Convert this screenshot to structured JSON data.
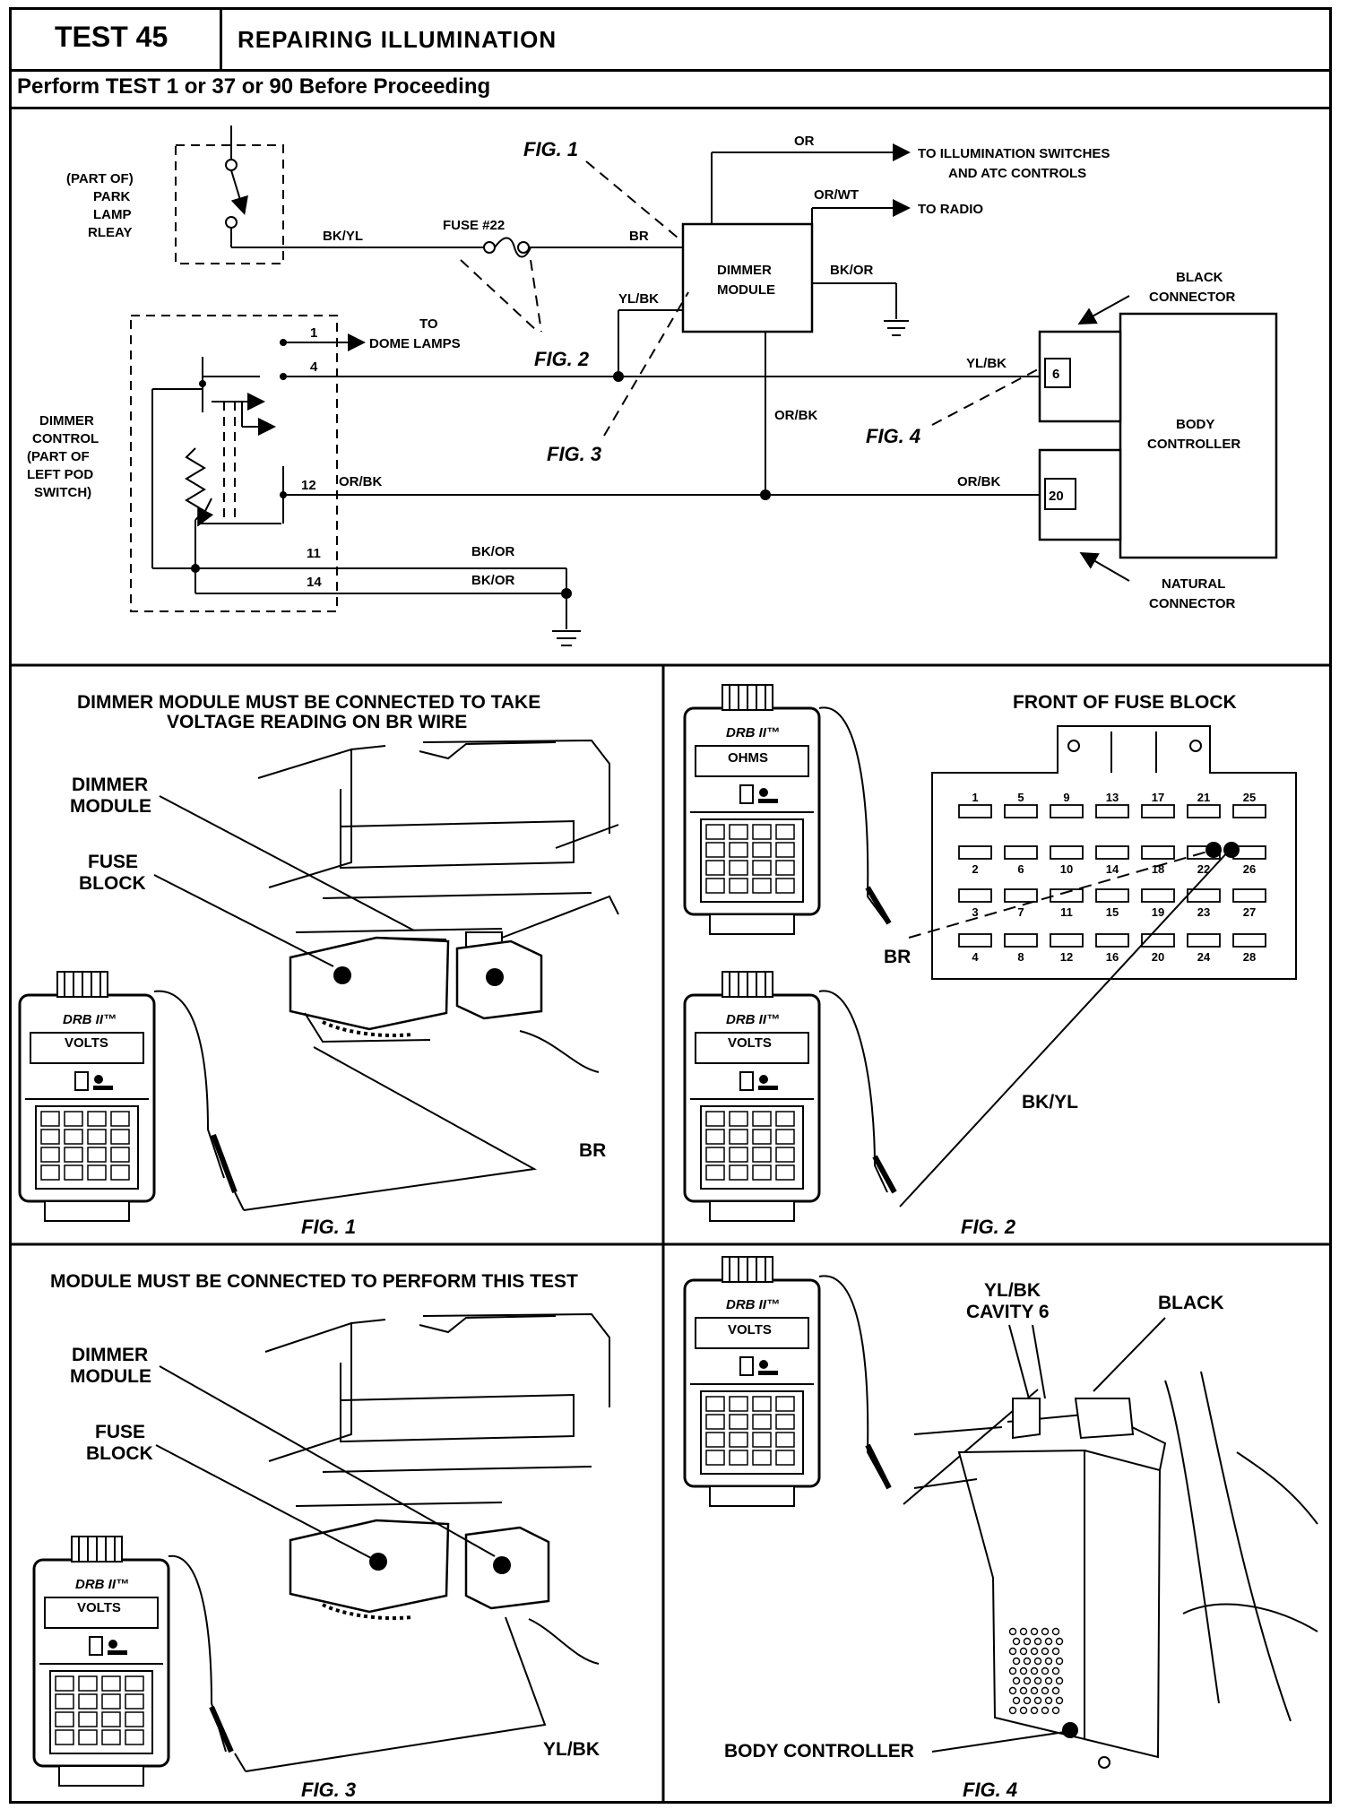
{
  "header": {
    "test": "TEST 45",
    "title": "REPAIRING ILLUMINATION",
    "subtitle": "Perform TEST 1 or 37 or 90 Before Proceeding"
  },
  "schematic": {
    "relay_label": [
      "(PART OF)",
      "PARK",
      "LAMP",
      "RLEAY"
    ],
    "dimmer_control_label": [
      "DIMMER",
      "CONTROL",
      "(PART OF",
      "LEFT POD",
      "SWITCH)"
    ],
    "dimmer_module_label": [
      "DIMMER",
      "MODULE"
    ],
    "body_controller_label": [
      "BODY",
      "CONTROLLER"
    ],
    "fuse_label": "FUSE #22",
    "wires": {
      "bk_yl": "BK/YL",
      "br": "BR",
      "or": "OR",
      "or_wt": "OR/WT",
      "bk_or": "BK/OR",
      "yl_bk": "YL/BK",
      "or_bk": "OR/BK"
    },
    "pins": [
      "1",
      "4",
      "12",
      "11",
      "14"
    ],
    "cavities": [
      "6",
      "20"
    ],
    "dest_illumination": [
      "TO ILLUMINATION SWITCHES",
      "AND ATC CONTROLS"
    ],
    "dest_radio": "TO RADIO",
    "dest_dome": [
      "TO",
      "DOME LAMPS"
    ],
    "black_connector": [
      "BLACK",
      "CONNECTOR"
    ],
    "natural_connector": [
      "NATURAL",
      "CONNECTOR"
    ],
    "figs": [
      "FIG. 1",
      "FIG. 2",
      "FIG. 3",
      "FIG. 4"
    ]
  },
  "fig1": {
    "title": [
      "DIMMER MODULE MUST BE CONNECTED TO TAKE",
      "VOLTAGE READING ON BR WIRE"
    ],
    "dimmer_module": [
      "DIMMER",
      "MODULE"
    ],
    "fuse_block": [
      "FUSE",
      "BLOCK"
    ],
    "wire": "BR",
    "tester_brand": "DRB II™",
    "tester_mode": "VOLTS",
    "caption": "FIG. 1"
  },
  "fig2": {
    "title": "FRONT OF FUSE BLOCK",
    "tester_brand": "DRB II™",
    "tester_top_mode": "OHMS",
    "tester_bottom_mode": "VOLTS",
    "wire_br": "BR",
    "wire_bkyl": "BK/YL",
    "fuse_rows": [
      [
        "1",
        "5",
        "9",
        "13",
        "17",
        "21",
        "25"
      ],
      [
        "2",
        "6",
        "10",
        "14",
        "18",
        "22",
        "26"
      ],
      [
        "3",
        "7",
        "11",
        "15",
        "19",
        "23",
        "27"
      ],
      [
        "4",
        "8",
        "12",
        "16",
        "20",
        "24",
        "28"
      ]
    ],
    "caption": "FIG. 2"
  },
  "fig3": {
    "title": "MODULE MUST BE CONNECTED TO PERFORM THIS TEST",
    "dimmer_module": [
      "DIMMER",
      "MODULE"
    ],
    "fuse_block": [
      "FUSE",
      "BLOCK"
    ],
    "wire": "YL/BK",
    "tester_brand": "DRB II™",
    "tester_mode": "VOLTS",
    "caption": "FIG. 3"
  },
  "fig4": {
    "wire": [
      "YL/BK",
      "CAVITY 6"
    ],
    "black": "BLACK",
    "body_controller": "BODY CONTROLLER",
    "tester_brand": "DRB II™",
    "tester_mode": "VOLTS",
    "caption": "FIG. 4"
  }
}
